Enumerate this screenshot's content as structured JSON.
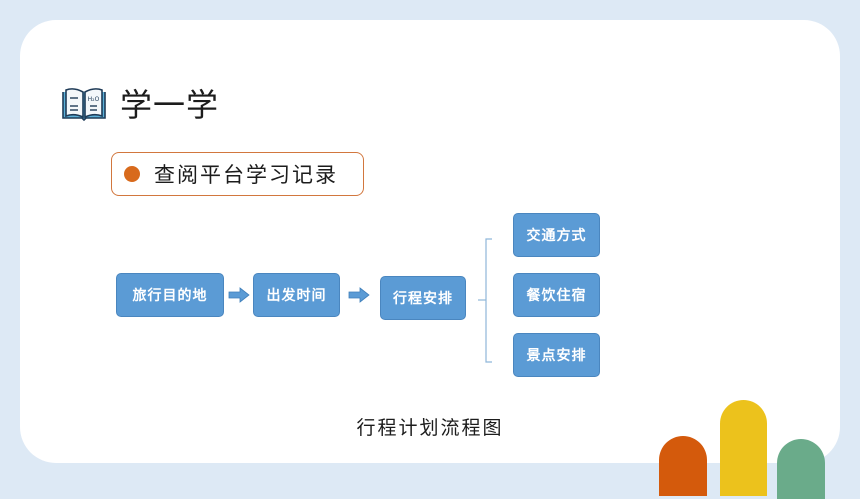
{
  "heading": {
    "title": "学一学"
  },
  "book_icon": {
    "name": "open-book-icon",
    "label": "H₂O"
  },
  "pill": {
    "text": "查阅平台学习记录",
    "dot_color": "#d86a1c"
  },
  "flow": {
    "steps": [
      "旅行目的地",
      "出发时间",
      "行程安排"
    ],
    "branches": [
      "交通方式",
      "餐饮住宿",
      "景点安排"
    ],
    "box_color": "#5b9bd5",
    "arrow_color": "#5b9bd5"
  },
  "caption": "行程计划流程图",
  "decor": {
    "colors": [
      "#d45a0c",
      "#ecc21c",
      "#6aab8a"
    ]
  }
}
